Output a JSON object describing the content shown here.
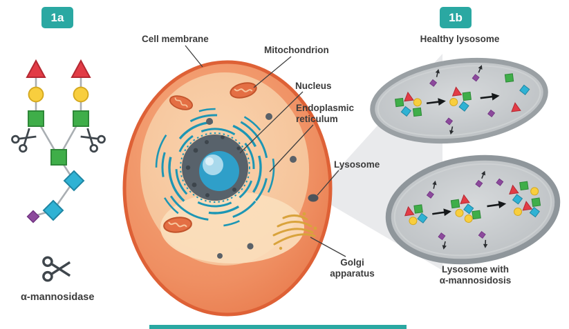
{
  "panel_a": {
    "badge": "1a",
    "enzyme_label": "α-mannosidase"
  },
  "panel_b": {
    "badge": "1b",
    "healthy_title": "Healthy lysosome",
    "diseased_title": "Lysosome with\nα-mannosidosis"
  },
  "cell_labels": {
    "cell_membrane": "Cell membrane",
    "mitochondrion": "Mitochondrion",
    "nucleus": "Nucleus",
    "endoplasmic_reticulum": "Endoplasmic\nreticulum",
    "lysosome": "Lysosome",
    "golgi_apparatus": "Golgi\napparatus"
  },
  "legend": {
    "glycan_shapes": [
      "red-triangle",
      "yellow-circle",
      "green-cube",
      "blue-diamond",
      "purple-diamond"
    ],
    "enzyme_icon": "scissors"
  },
  "colors": {
    "badge_teal": "#2aa8a2",
    "cell_orange": "#ef8f62",
    "membrane_orange": "#de6136",
    "nucleus_gray": "#58626b",
    "nucleoplasm_blue": "#2f9fc9",
    "er_teal": "#1d96b4",
    "golgi_gold": "#d9a33c",
    "lysosome_gray": "#bfc3c6",
    "glycan_red": "#e23c46",
    "glycan_yellow": "#f8ce3e",
    "glycan_green": "#3fae49",
    "glycan_blue": "#2fb2d4",
    "glycan_purple": "#8c4a9c"
  }
}
